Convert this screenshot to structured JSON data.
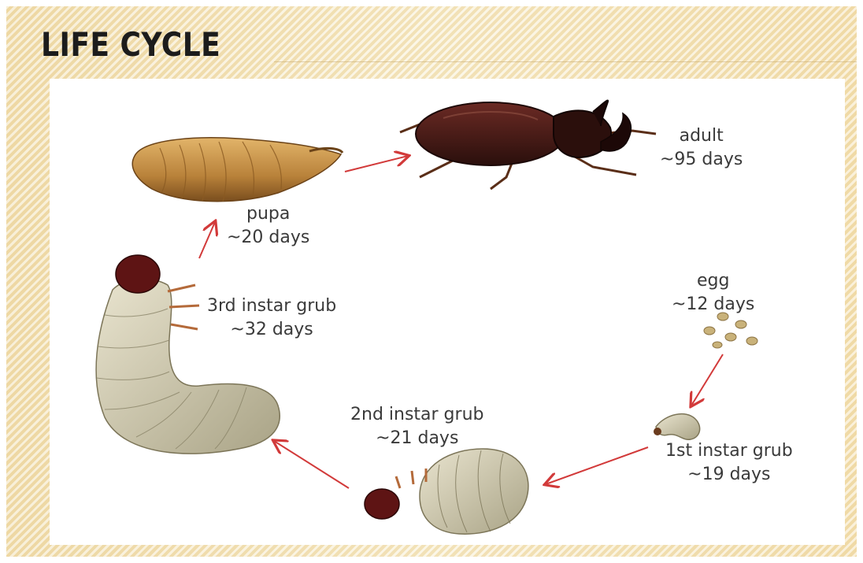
{
  "slide": {
    "title": "LIFE CYCLE"
  },
  "stages": {
    "adult": {
      "name": "adult",
      "duration": "~95 days"
    },
    "egg": {
      "name": "egg",
      "duration": "~12 days"
    },
    "instar1": {
      "name": "1st instar grub",
      "duration": "~19 days"
    },
    "instar2": {
      "name": "2nd instar grub",
      "duration": "~21 days"
    },
    "instar3": {
      "name": "3rd instar grub",
      "duration": "~32 days"
    },
    "pupa": {
      "name": "pupa",
      "duration": "~20 days"
    }
  },
  "colors": {
    "arrow": "#d23a3a",
    "background": "#f6e6bd",
    "panel": "#ffffff",
    "text": "#3a3a3a"
  }
}
